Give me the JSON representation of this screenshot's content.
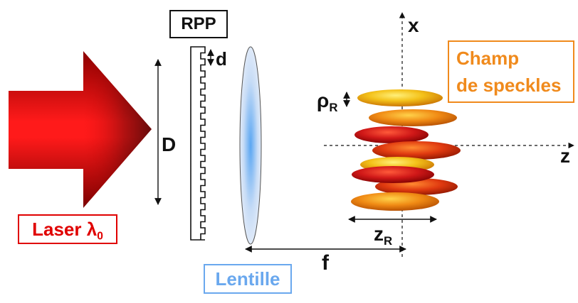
{
  "labels": {
    "rpp": "RPP",
    "d": "d",
    "D": "D",
    "x_axis": "x",
    "z_axis": "z",
    "rho": "ρ",
    "rho_sub": "R",
    "zr": "z",
    "zr_sub": "R",
    "f": "f",
    "laser": "Laser λ",
    "laser_sub": "0",
    "lentille": "Lentille",
    "champ_line1": "Champ",
    "champ_line2": "de speckles"
  },
  "colors": {
    "laser": "#e00000",
    "lens": "#6aa8ee",
    "speckles": "#f08a1c",
    "line": "#111111"
  },
  "icons": {
    "laser_beam": "big-arrow-icon",
    "lens": "lens-icon",
    "phase_plate": "rpp-plate-icon",
    "speckle": "speckle-ellipsoid-icon"
  }
}
